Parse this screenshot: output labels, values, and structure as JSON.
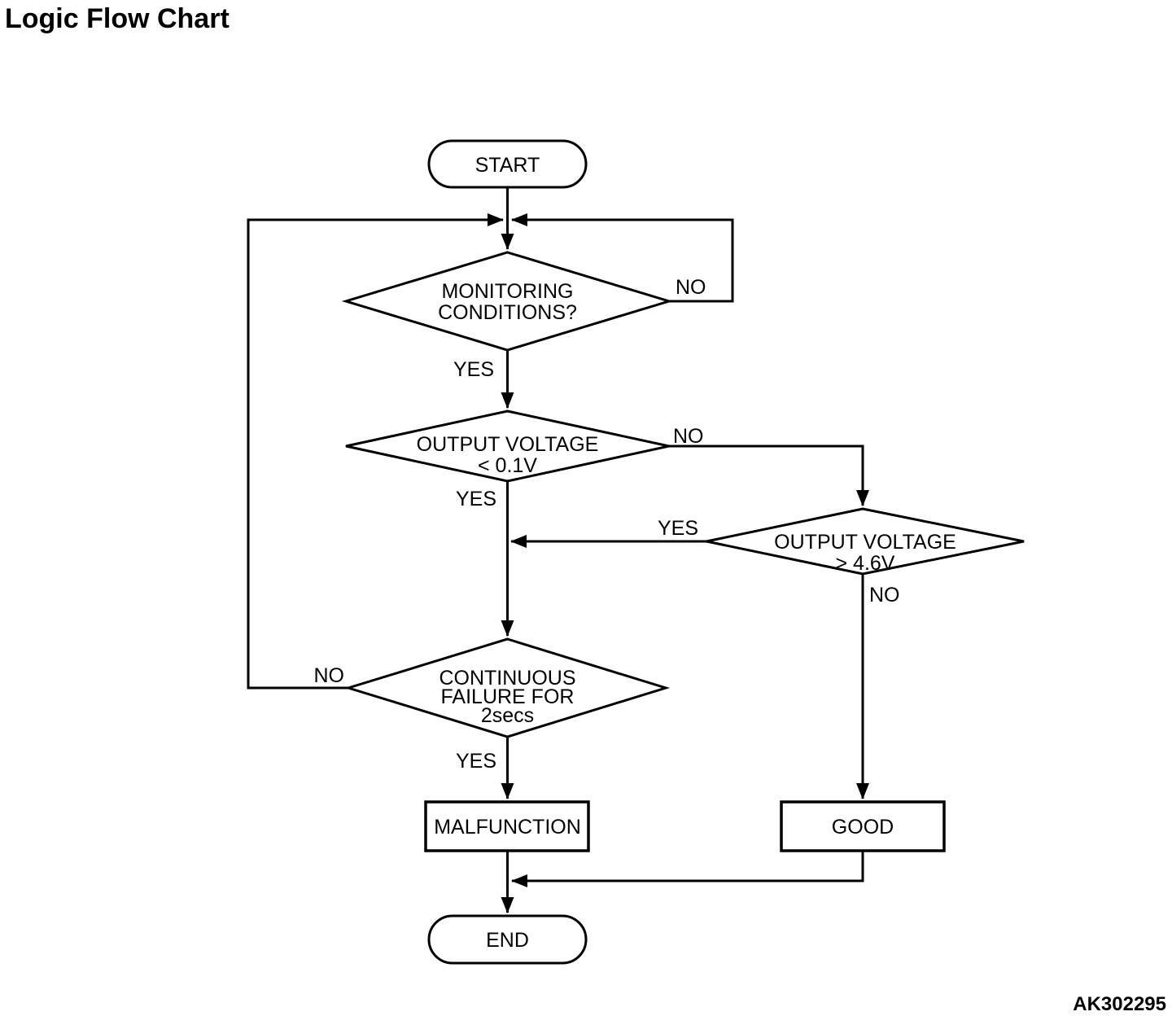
{
  "title": "Logic Flow Chart",
  "figure_code": "AK302295",
  "diagram": {
    "nodes": {
      "start": {
        "type": "terminator",
        "label": "START"
      },
      "monitoring": {
        "type": "decision",
        "line1": "MONITORING",
        "line2": "CONDITIONS?"
      },
      "output_low": {
        "type": "decision",
        "line1": "OUTPUT VOLTAGE",
        "line2": "< 0.1V"
      },
      "output_high": {
        "type": "decision",
        "line1": "OUTPUT VOLTAGE",
        "line2": "> 4.6V"
      },
      "continuous": {
        "type": "decision",
        "line1": "CONTINUOUS",
        "line2": "FAILURE FOR",
        "line3": "2secs"
      },
      "malfunction": {
        "type": "process",
        "label": "MALFUNCTION"
      },
      "good": {
        "type": "process",
        "label": "GOOD"
      },
      "end": {
        "type": "terminator",
        "label": "END"
      }
    },
    "edge_labels": {
      "monitoring_no": "NO",
      "monitoring_yes": "YES",
      "output_low_no": "NO",
      "output_low_yes": "YES",
      "output_high_yes": "YES",
      "output_high_no": "NO",
      "continuous_no": "NO",
      "continuous_yes": "YES"
    },
    "colors": {
      "line": "#000000",
      "text": "#000000",
      "background": "#ffffff"
    }
  }
}
